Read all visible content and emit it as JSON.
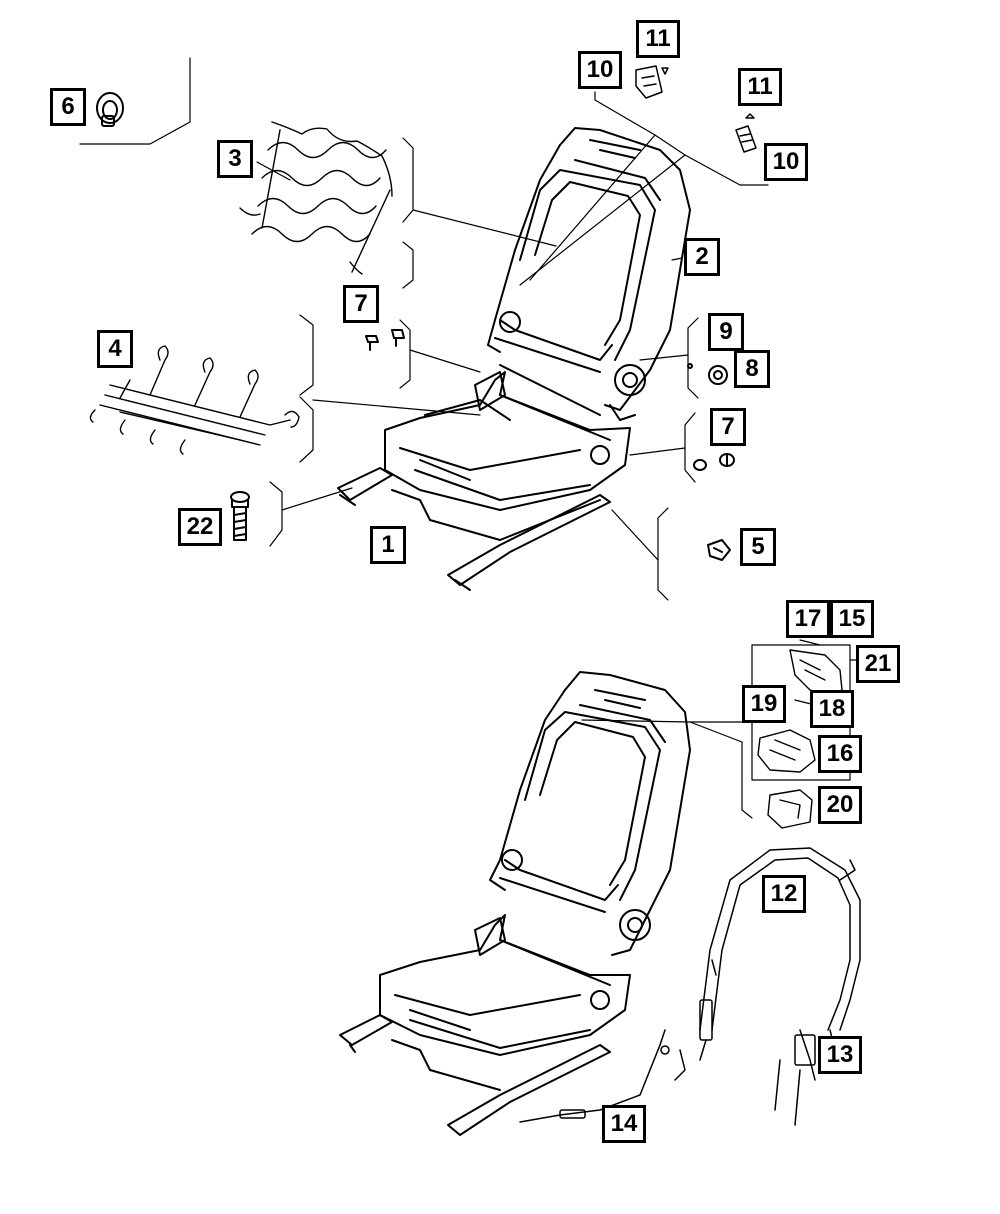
{
  "diagram": {
    "callouts": {
      "c1": "1",
      "c2": "2",
      "c3": "3",
      "c4": "4",
      "c5": "5",
      "c6": "6",
      "c7a": "7",
      "c7b": "7",
      "c8": "8",
      "c9": "9",
      "c10a": "10",
      "c10b": "10",
      "c11a": "11",
      "c11b": "11",
      "c12": "12",
      "c13": "13",
      "c14": "14",
      "c15": "15",
      "c16": "16",
      "c17": "17",
      "c18": "18",
      "c19": "19",
      "c20": "20",
      "c21": "21",
      "c22": "22"
    },
    "line_color": "#000000"
  }
}
